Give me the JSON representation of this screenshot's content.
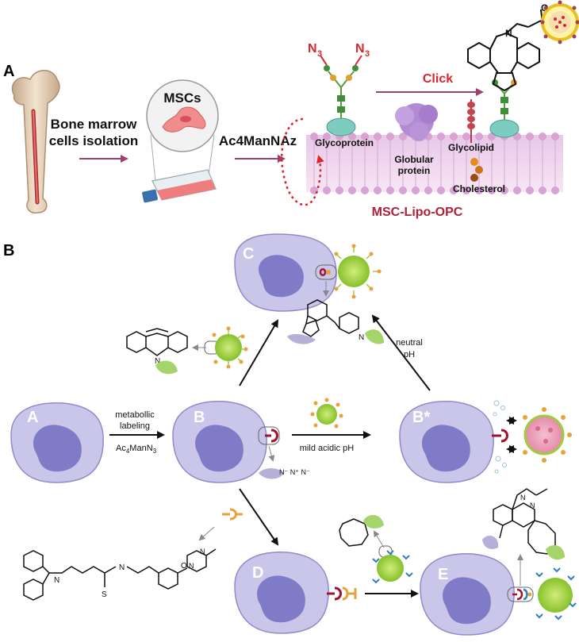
{
  "panel_a": {
    "label": "A",
    "step1": [
      "Bone marrow",
      "cells isolation"
    ],
    "cells": "MSCs",
    "reagent": "Ac4ManNAz",
    "azide_left": "N",
    "azide_right": "N",
    "azide_sub": "3",
    "click": "Click",
    "glycoprotein": "Glycoprotein",
    "globular": [
      "Globular",
      "protein"
    ],
    "glycolipid": "Glycolipid",
    "cholesterol": "Cholesterol",
    "product": "MSC-Lipo-OPC",
    "o_atom": "O",
    "n_atoms": "N"
  },
  "panel_b": {
    "label": "B",
    "cell_a": "A",
    "cell_b": "B",
    "cell_bstar": "B*",
    "cell_c": "C",
    "cell_d": "D",
    "cell_e": "E",
    "step_metabolic": [
      "metabollic",
      "labeling"
    ],
    "reagent_main": "Ac",
    "reagent_sub1": "4",
    "reagent_mid": "ManN",
    "reagent_sub2": "3",
    "mild_acidic": "mild acidic pH",
    "neutral": [
      "neutral",
      "pH"
    ],
    "azide_text": "N⁻ N⁺ N⁻",
    "n_label": "N",
    "s_label": "S",
    "o_label": "O"
  },
  "colors": {
    "cell_fill": "#c9c6ea",
    "nucleus": "#7f7bc6",
    "arrow_purple": "#a0406a",
    "click_red": "#d9262b",
    "liposome_green": "#9dcd3a",
    "dark_red": "#a3122e",
    "orange_linker": "#e9a23a"
  }
}
